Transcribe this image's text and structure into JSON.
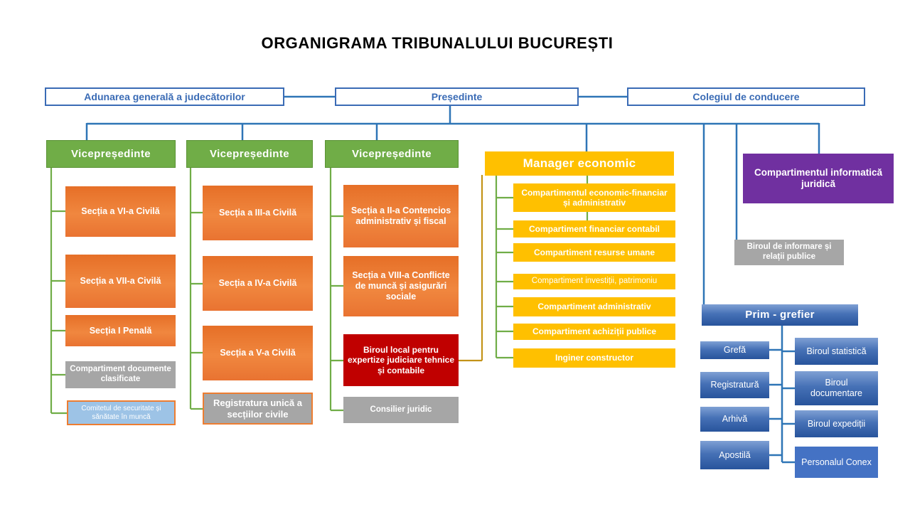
{
  "title": "ORGANIGRAMA TRIBUNALULUI BUCUREȘTI",
  "top_row": {
    "adunarea": "Adunarea generală a judecătorilor",
    "presedinte": "Președinte",
    "colegiul": "Colegiul de conducere"
  },
  "vp1": {
    "header": "Vicepreședinte",
    "children": [
      "Secția a VI-a Civilă",
      "Secția a VII-a Civilă",
      "Secția I Penală",
      "Compartiment documente clasificate",
      "Comitetul de securitate și sănătate în muncă"
    ]
  },
  "vp2": {
    "header": "Vicepreședinte",
    "children": [
      "Secția a III-a Civilă",
      "Secția a IV-a Civilă",
      "Secția a V-a Civilă",
      "Registratura unică a secțiilor civile"
    ]
  },
  "vp3": {
    "header": "Vicepreședinte",
    "children": [
      "Secția a II-a Contencios administrativ și fiscal",
      "Secția a VIII-a Conflicte de muncă și asigurări sociale",
      "Biroul local pentru expertize judiciare tehnice și contabile",
      "Consilier juridic"
    ]
  },
  "manager": {
    "header": "Manager economic",
    "children": [
      "Compartimentul economic-financiar și administrativ",
      "Compartiment  financiar contabil",
      "Compartiment  resurse umane",
      "Compartiment investiții, patrimoniu",
      "Compartiment  administrativ",
      "Compartiment achiziții publice",
      "Inginer constructor"
    ]
  },
  "right": {
    "informatica": "Compartimentul informatică juridică",
    "informare": "Biroul de informare și relații publice",
    "prim_grefier": "Prim - grefier",
    "left_children": [
      "Grefă",
      "Registratură",
      "Arhivă",
      "Apostilă"
    ],
    "right_children": [
      "Biroul statistică",
      "Biroul documentare",
      "Biroul expediții",
      "Personalul Conex"
    ]
  },
  "colors": {
    "connector_blue": "#2E75B6",
    "connector_green": "#70AD47",
    "connector_gold": "#C39318",
    "green_box": "#70AD47",
    "orange_box": "#ED7D31",
    "gold_box": "#FFC000",
    "red_box": "#C00000",
    "purple_box": "#7030A0",
    "gray_box": "#A6A6A6",
    "light_blue_box": "#9DC3E6",
    "blue_gradient_dark": "#28549C",
    "flat_blue_box": "#4472C4",
    "top_box_blue": "#3A6BB5"
  }
}
